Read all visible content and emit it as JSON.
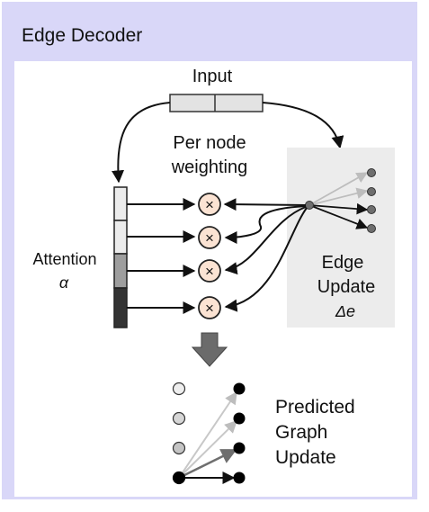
{
  "panel": {
    "title": "Edge Decoder"
  },
  "labels": {
    "input": "Input",
    "per_node_line1": "Per node",
    "per_node_line2": "weighting",
    "attention": "Attention",
    "alpha": "α",
    "edge_line1": "Edge",
    "edge_line2": "Update",
    "delta_e": "Δe",
    "predicted_line1": "Predicted",
    "predicted_line2": "Graph",
    "predicted_line3": "Update",
    "multiply_symbol": "×"
  },
  "attention_levels": [
    "light",
    "light",
    "medium",
    "dark"
  ],
  "colors": {
    "panel_bg": "#d9d7f8",
    "input_box": "#e3e3e3",
    "edge_update_bg": "#ececec",
    "multiply_fill": "#fbe3d3",
    "arrow_dark": "#111111",
    "arrow_light": "#bdbdbd",
    "arrow_mid": "#7a7a7a"
  }
}
